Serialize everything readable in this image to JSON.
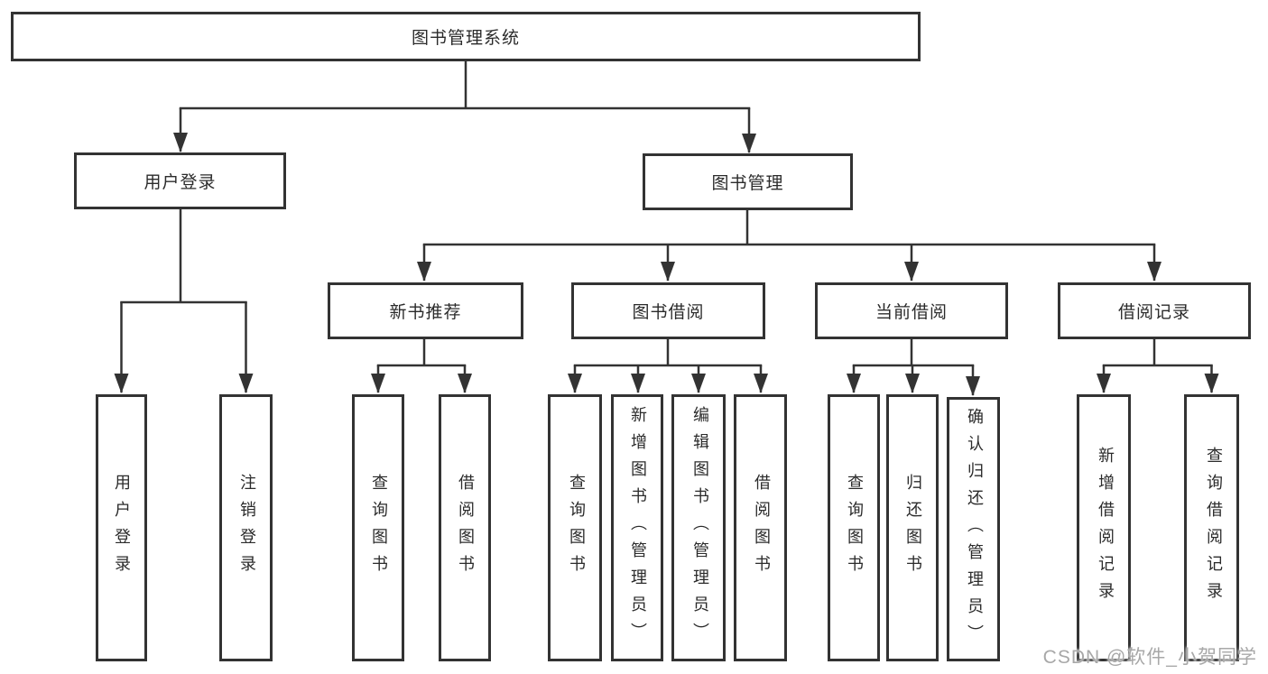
{
  "title": "图书管理系统",
  "branches": {
    "user": {
      "label": "用户登录",
      "children": [
        "用户登录",
        "注销登录"
      ]
    },
    "book": {
      "label": "图书管理",
      "sections": [
        {
          "label": "新书推荐",
          "children": [
            "查询图书",
            "借阅图书"
          ]
        },
        {
          "label": "图书借阅",
          "children": [
            "查询图书",
            "新增图书（管理员）",
            "编辑图书（管理员）",
            "借阅图书"
          ]
        },
        {
          "label": "当前借阅",
          "children": [
            "查询图书",
            "归还图书",
            "确认归还（管理员）"
          ]
        },
        {
          "label": "借阅记录",
          "children": [
            "新增借阅记录",
            "查询借阅记录"
          ]
        }
      ]
    }
  },
  "watermark": "CSDN @软件_小贺同学",
  "colors": {
    "line": "#333333",
    "box_border": "#333333",
    "text": "#2b2b2b",
    "watermark": "#a8a8a8",
    "background": "#ffffff"
  }
}
